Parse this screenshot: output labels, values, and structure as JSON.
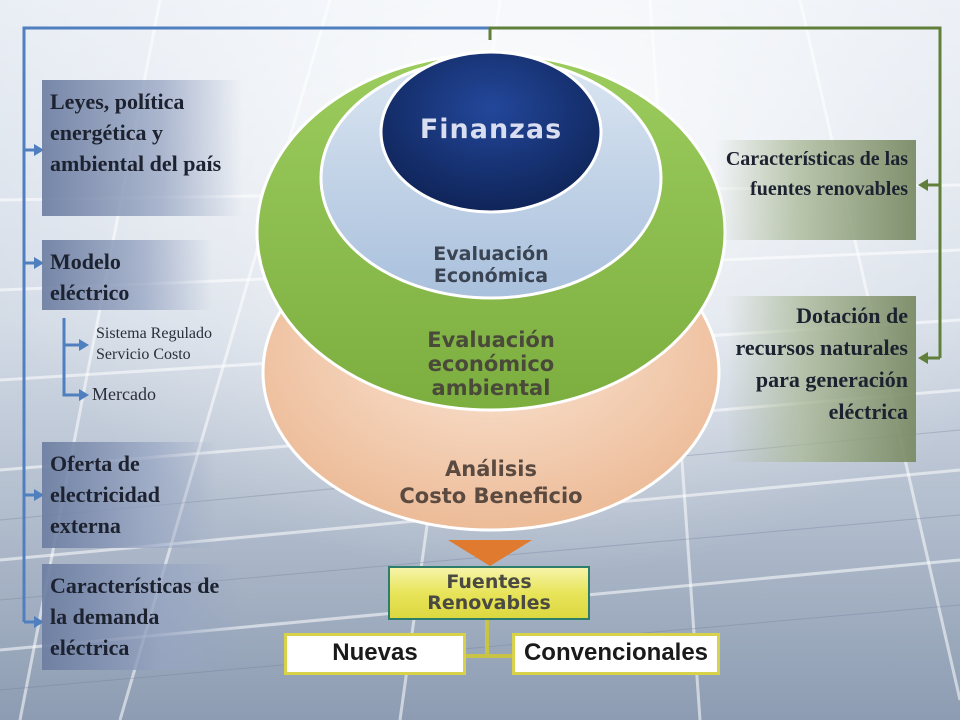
{
  "left_labels": [
    {
      "text": "Leyes, política energética y ambiental del país"
    },
    {
      "text": "Modelo eléctrico"
    },
    {
      "text": "Oferta de electricidad externa"
    },
    {
      "text": "Características de la demanda eléctrica"
    }
  ],
  "modelo_sub": {
    "item1_line1": "Sistema Regulado",
    "item1_line2": "Servicio Costo",
    "item2": "Mercado"
  },
  "right_labels": [
    {
      "text": "Características de las fuentes renovables"
    },
    {
      "text": "Dotación de recursos naturales para generación eléctrica"
    }
  ],
  "ovals": {
    "finanzas": "Finanzas",
    "eval_economica_1": "Evaluación",
    "eval_economica_2": "Económica",
    "eval_amb_1": "Evaluación",
    "eval_amb_2": "económico",
    "eval_amb_3": "ambiental",
    "acb_1": "Análisis",
    "acb_2": "Costo Beneficio"
  },
  "fuentes_1": "Fuentes",
  "fuentes_2": "Renovables",
  "nuevas": "Nuevas",
  "convencionales": "Convencionales",
  "colors": {
    "left_connector": "#4f7fbf",
    "right_connector": "#5f7f3a",
    "finanzas": "#15306b",
    "eval_economica": "#b9cde3",
    "eval_amb": "#8cbf4e",
    "acb": "#f0c6a6",
    "arrow": "#e07a2e",
    "fuentes_fill": "#ece868"
  }
}
